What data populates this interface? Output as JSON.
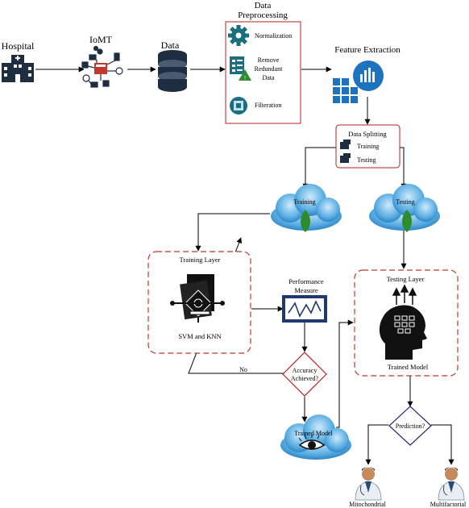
{
  "nodes": {
    "hospital": "Hospital",
    "iomt": "IoMT",
    "data": "Data",
    "preprocessing_title_line1": "Data",
    "preprocessing_title_line2": "Preprocessing",
    "normalization": "Normalization",
    "remove_line1": "Remove",
    "remove_line2": "Redundant",
    "remove_line3": "Data",
    "filteration": "Filteration",
    "feature_extraction": "Feature Extraction",
    "data_splitting": "Data Splitting",
    "split_training": "Training",
    "split_testing": "Testing",
    "cloud_training": "Training",
    "cloud_testing": "Testing",
    "training_layer": "Training Layer",
    "svm_knn": "SVM and KNN",
    "performance_line1": "Performance",
    "performance_line2": "Measure",
    "accuracy_line1": "Accuracy",
    "accuracy_line2": "Achieved?",
    "no_label": "No",
    "trained_model_cloud": "Trained Model",
    "testing_layer": "Testing Layer",
    "trained_model": "Trained Model",
    "prediction": "Prediction?",
    "mitochondrial": "Mitochondrial",
    "multifactorial": "Multifactorial"
  },
  "colors": {
    "box_border": "#b22222",
    "layer_border": "#c0392b",
    "cloud_fill": "#4aa3dc",
    "cloud_light": "#a9d6f5",
    "leaf": "#2e8b2e",
    "diamond_border": "#b22222",
    "prediction_border": "#2a2a7a",
    "monitor": "#1f3a6b",
    "feature_icon": "#1e73be"
  }
}
